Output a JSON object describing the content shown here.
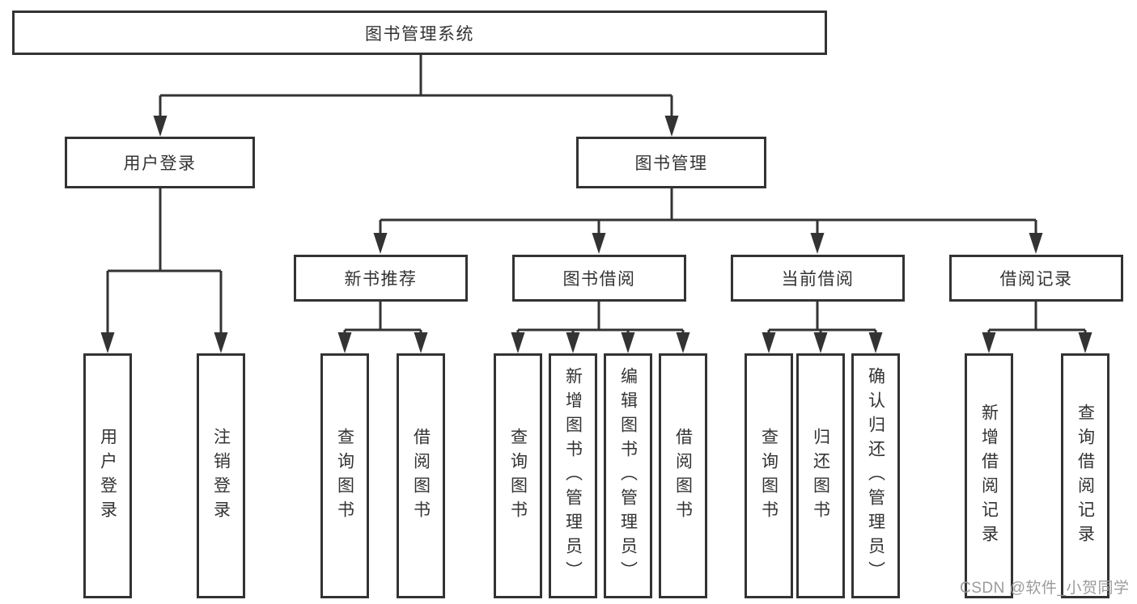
{
  "colors": {
    "line": "#333333",
    "text": "#333333",
    "box_background": "#ffffff",
    "page_background": "#ffffff",
    "watermark": "#9b9b9b"
  },
  "watermark": "CSDN @软件_小贺同学",
  "tree": {
    "root": {
      "label": "图书管理系统"
    },
    "branches": [
      {
        "label": "用户登录",
        "leaves": [
          {
            "label": "用户登录"
          },
          {
            "label": "注销登录"
          }
        ]
      },
      {
        "label": "图书管理",
        "groups": [
          {
            "label": "新书推荐",
            "leaves": [
              {
                "label": "查询图书"
              },
              {
                "label": "借阅图书"
              }
            ]
          },
          {
            "label": "图书借阅",
            "leaves": [
              {
                "label": "查询图书"
              },
              {
                "label": "新增图书（管理员）"
              },
              {
                "label": "编辑图书（管理员）"
              },
              {
                "label": "借阅图书"
              }
            ]
          },
          {
            "label": "当前借阅",
            "leaves": [
              {
                "label": "查询图书"
              },
              {
                "label": "归还图书"
              },
              {
                "label": "确认归还（管理员）"
              }
            ]
          },
          {
            "label": "借阅记录",
            "leaves": [
              {
                "label": "新增借阅记录"
              },
              {
                "label": "查询借阅记录"
              }
            ]
          }
        ]
      }
    ]
  }
}
